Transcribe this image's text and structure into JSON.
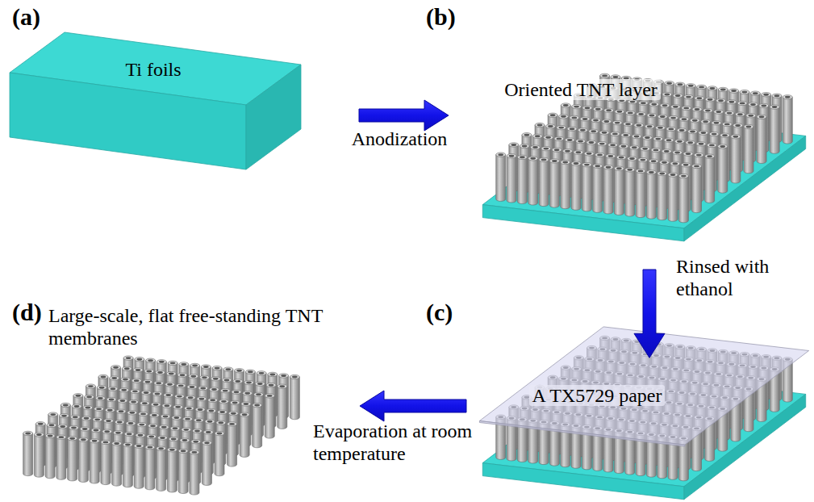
{
  "diagram": {
    "nodes": [
      {
        "text": [
          "Ti foils"
        ]
      },
      {
        "text": [
          "Oriented TNT layer"
        ]
      },
      {
        "text": [
          "A TX5729 paper"
        ]
      },
      {
        "text": [
          "Large-scale, flat free-standing TNT membranes"
        ]
      }
    ],
    "edges": [
      {
        "from": 0,
        "to": 1,
        "label": "Anodization",
        "arrow": "to"
      },
      {
        "from": 1,
        "to": 2,
        "label": "Rinsed with ethanol",
        "arrow": "to"
      },
      {
        "from": 2,
        "to": 3,
        "label": "Evaporation at room temperature",
        "arrow": "to"
      }
    ],
    "labels": [
      "(a)",
      "(b)",
      "(c)",
      "(d)"
    ]
  }
}
